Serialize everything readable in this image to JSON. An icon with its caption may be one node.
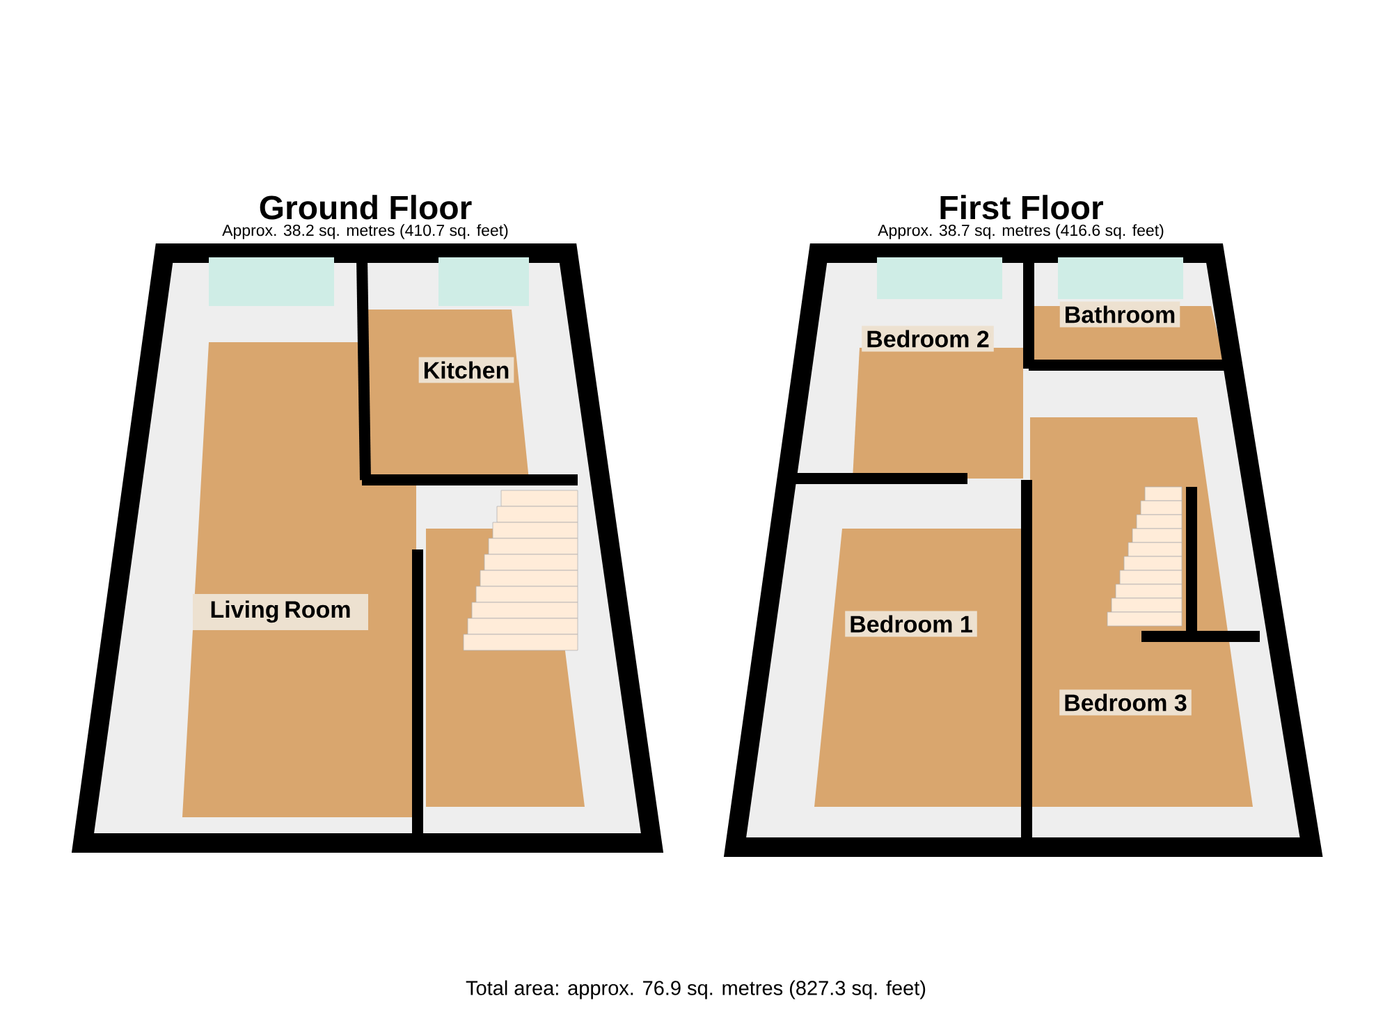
{
  "diagram": {
    "caption": "Total area: approx. 76.9 sq. metres (827.3 sq. feet)",
    "nodes": [
      {
        "text": [
          "Ground Floor",
          "Approx. 38.2 sq. metres (410.7 sq. feet)"
        ]
      },
      {
        "text": [
          "Living Room"
        ],
        "in": 0
      },
      {
        "text": [
          "Kitchen"
        ],
        "in": 0
      },
      {
        "text": [
          "First Floor",
          "Approx. 38.7 sq. metres (416.6 sq. feet)"
        ]
      },
      {
        "text": [
          "Bedroom 2"
        ],
        "in": 3
      },
      {
        "text": [
          "Bathroom"
        ],
        "in": 3
      },
      {
        "text": [
          "Bedroom 1"
        ],
        "in": 3
      },
      {
        "text": [
          "Bedroom 3"
        ],
        "in": 3
      }
    ]
  }
}
